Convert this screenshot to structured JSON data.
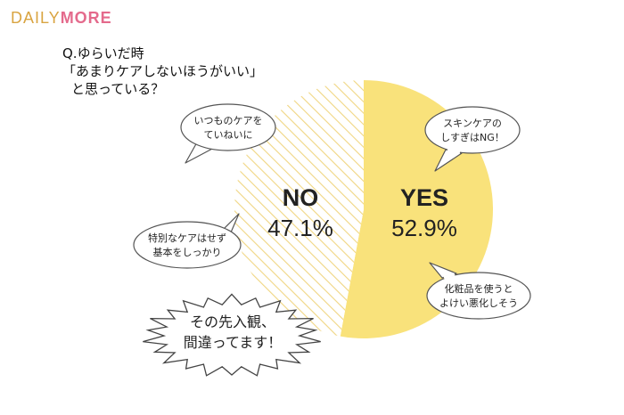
{
  "logo": {
    "part1": "DAILY",
    "part2": "MORE"
  },
  "question": {
    "line1": "Q.ゆらいだ時",
    "line2": "「あまりケアしないほうがいい」",
    "line3": "と思っている？"
  },
  "colors": {
    "yes": "#f9e27b",
    "no_hatch": "#f0d682",
    "logo_gold": "#d9a441",
    "logo_pink": "#e46a8c",
    "outline": "#555555"
  },
  "chart_data": {
    "type": "pie",
    "categories": [
      "YES",
      "NO"
    ],
    "values": [
      52.9,
      47.1
    ],
    "labels": [
      "52.9%",
      "47.1%"
    ]
  },
  "bubbles": [
    {
      "lines": [
        "いつものケアを",
        "ていねいに"
      ]
    },
    {
      "lines": [
        "スキンケアの",
        "しすぎはNG！"
      ]
    },
    {
      "lines": [
        "特別なケアはせず",
        "基本をしっかり"
      ]
    },
    {
      "lines": [
        "化粧品を使うと",
        "よけい悪化しそう"
      ]
    }
  ],
  "burst": {
    "lines": [
      "その先入観、",
      "間違ってます！"
    ]
  }
}
